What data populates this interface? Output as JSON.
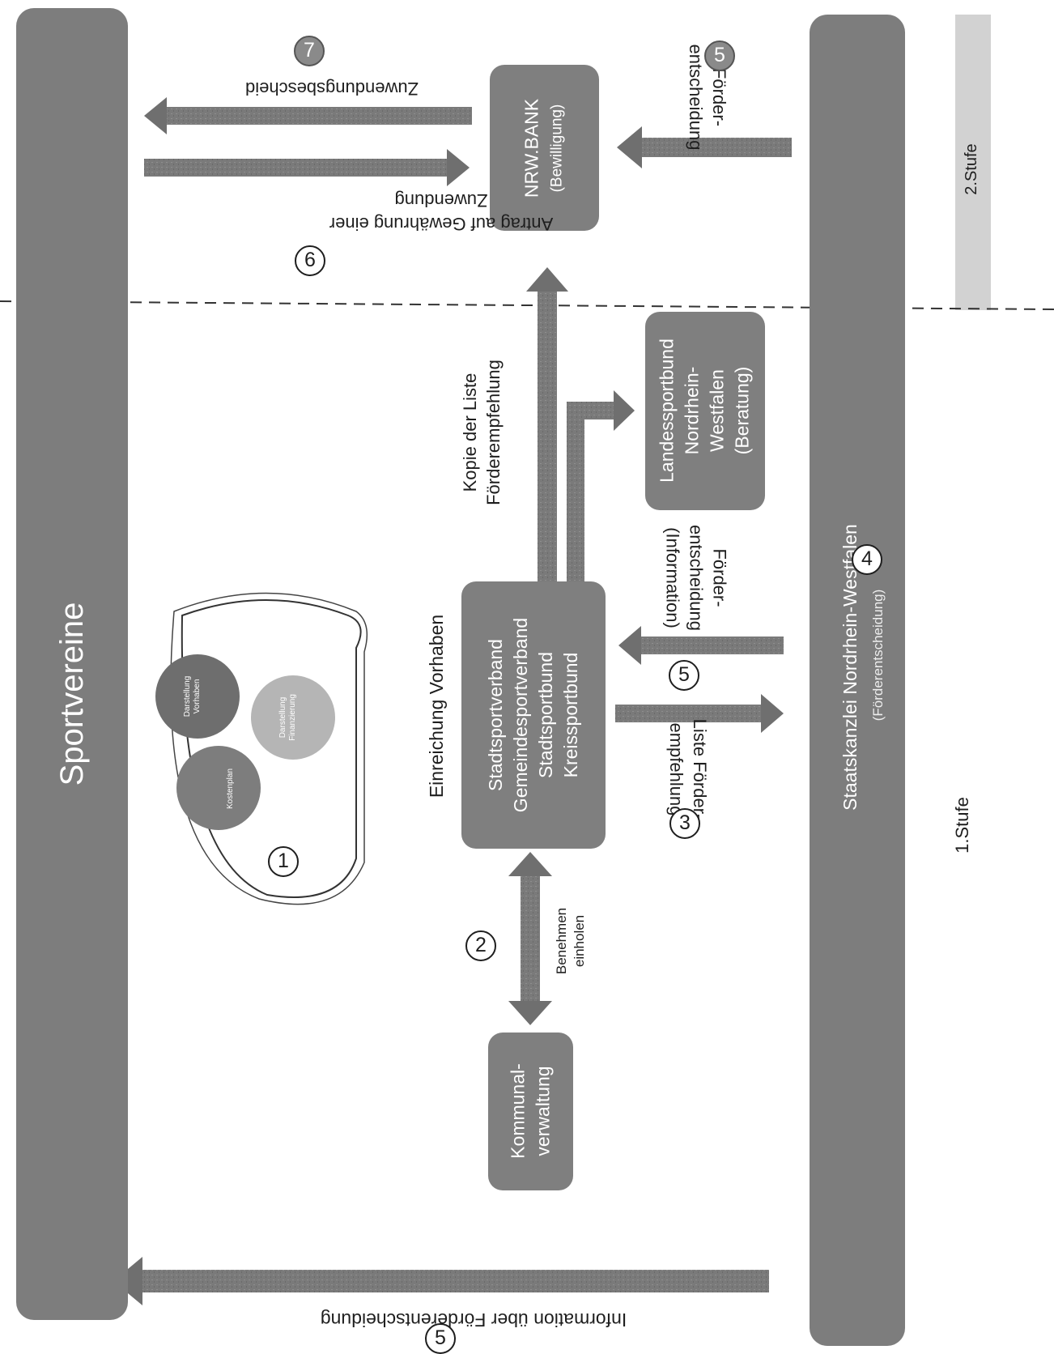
{
  "sportvereine": "Sportvereine",
  "staatskanzlei": {
    "title": "Staatskanzlei Nordrhein-Westfalen",
    "subtitle": "(Förderentscheidung)"
  },
  "nrw_bank": [
    "NRW.BANK",
    "(Bewilligung)"
  ],
  "stadtsportverband": [
    "Stadtsportverband",
    "Gemeindesportverband",
    "Stadtsportbund",
    "Kreissportbund"
  ],
  "kommunalverwaltung": [
    "Kommunal-",
    "verwaltung"
  ],
  "landessportbund": [
    "Landessportbund",
    "Nordrhein-",
    "Westfalen",
    "(Beratung)"
  ],
  "venn": {
    "darstellung_vorhaben": [
      "Darstellung",
      "Vorhaben"
    ],
    "darstellung_finanzierung": [
      "Darstellung",
      "Finanzierung"
    ],
    "kostenplan": "Kostenplan"
  },
  "labels": {
    "einreichung": "Einreichung Vorhaben",
    "benehmen": [
      "Benehmen",
      "einholen"
    ],
    "kopie": [
      "Kopie der Liste",
      "Förderempfehlung"
    ],
    "liste": [
      "Liste Förder-",
      "empfehlung"
    ],
    "foerderentscheidung_info": [
      "Förder-",
      "entscheidung",
      "(Information)"
    ],
    "foerderentscheidung": [
      "Förder-",
      "entscheidung"
    ],
    "antrag": [
      "Antrag auf Gewährung einer",
      "Zuwendung"
    ],
    "zuwendungsbescheid": "Zuwendungsbescheid",
    "information": "Information über Förderentscheidung"
  },
  "stufen": {
    "stufe1": "1.Stufe",
    "stufe2": "2.Stufe"
  },
  "steps": {
    "s1": "1",
    "s2": "2",
    "s3": "3",
    "s4": "4",
    "s5a": "5",
    "s5b": "5",
    "s5c": "5",
    "s6": "6",
    "s7": "7"
  }
}
